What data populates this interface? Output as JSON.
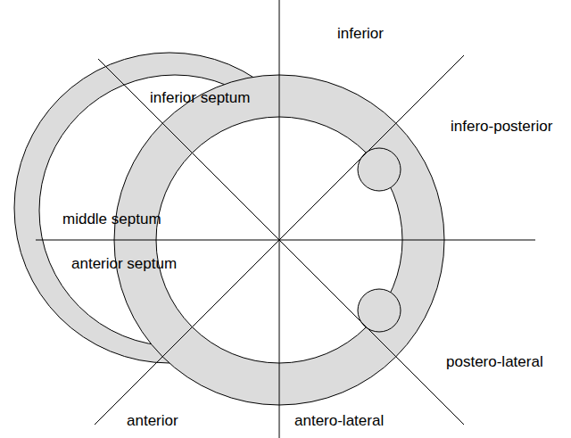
{
  "diagram": {
    "labels": [
      "inferior",
      "inferior septum",
      "middle septum",
      "infero-posterior",
      "anterior septum",
      "postero-lateral",
      "anterior",
      "antero-lateral"
    ]
  }
}
